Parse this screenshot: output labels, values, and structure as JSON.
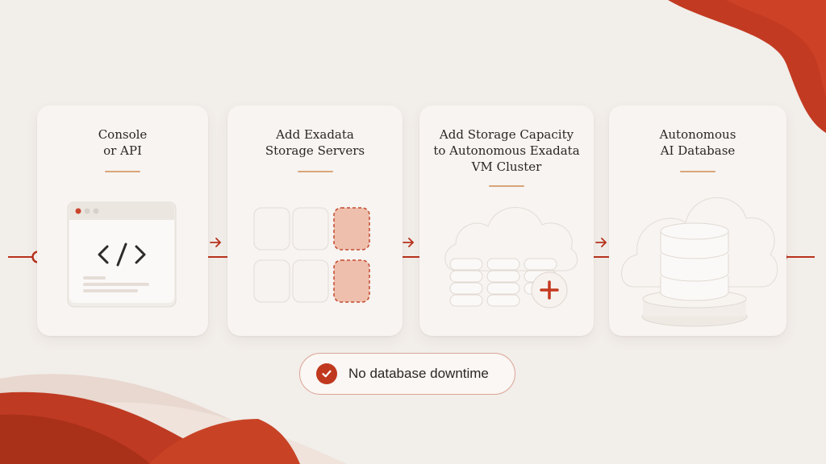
{
  "colors": {
    "accent": "#c0391f",
    "underline": "#d9a579",
    "background": "#f2eeea",
    "card": "#f7f4f1"
  },
  "steps": [
    {
      "title_lines": [
        "Console",
        "or API"
      ],
      "icon": "code-window-icon"
    },
    {
      "title_lines": [
        "Add Exadata",
        "Storage Servers"
      ],
      "icon": "storage-servers-icon"
    },
    {
      "title_lines": [
        "Add Storage Capacity",
        "to Autonomous Exadata",
        "VM Cluster"
      ],
      "icon": "cloud-storage-add-icon"
    },
    {
      "title_lines": [
        "Autonomous",
        "AI Database"
      ],
      "icon": "database-cloud-icon"
    }
  ],
  "badge": {
    "text": "No database downtime",
    "icon": "check-circle-icon"
  }
}
